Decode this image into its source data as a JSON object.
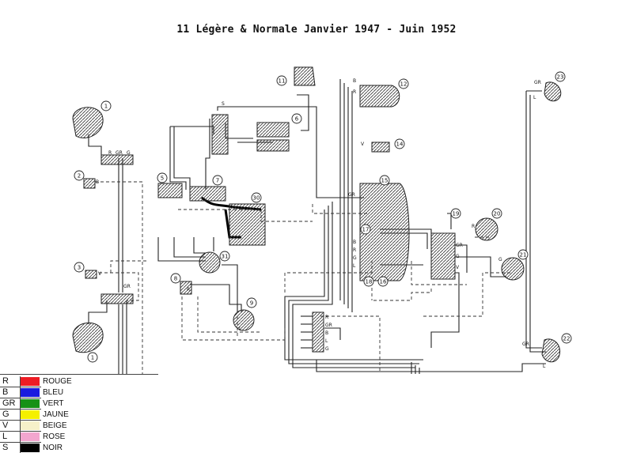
{
  "title": "11 Légère & Normale Janvier 1947 - Juin 1952",
  "components": [
    {
      "num": "1",
      "id": "c1a"
    },
    {
      "num": "1",
      "id": "c1b"
    },
    {
      "num": "2",
      "id": "c2"
    },
    {
      "num": "3",
      "id": "c3"
    },
    {
      "num": "5",
      "id": "c5"
    },
    {
      "num": "6",
      "id": "c6"
    },
    {
      "num": "7",
      "id": "c7"
    },
    {
      "num": "8",
      "id": "c8"
    },
    {
      "num": "9",
      "id": "c9"
    },
    {
      "num": "11",
      "id": "c11"
    },
    {
      "num": "12",
      "id": "c12"
    },
    {
      "num": "14",
      "id": "c14"
    },
    {
      "num": "15",
      "id": "c15"
    },
    {
      "num": "16",
      "id": "c16"
    },
    {
      "num": "17",
      "id": "c17"
    },
    {
      "num": "18",
      "id": "c18"
    },
    {
      "num": "19",
      "id": "c19"
    },
    {
      "num": "20",
      "id": "c20"
    },
    {
      "num": "21",
      "id": "c21"
    },
    {
      "num": "22",
      "id": "c22"
    },
    {
      "num": "23",
      "id": "c23"
    },
    {
      "num": "30",
      "id": "c30"
    },
    {
      "num": "31",
      "id": "c31"
    }
  ],
  "wire_labels": [
    "GR",
    "R",
    "G",
    "B",
    "S",
    "V",
    "L"
  ],
  "legend": [
    {
      "code": "R",
      "name": "ROUGE",
      "color": "#ee1c24"
    },
    {
      "code": "B",
      "name": "BLEU",
      "color": "#1a1adf"
    },
    {
      "code": "GR",
      "name": "VERT",
      "color": "#169116"
    },
    {
      "code": "G",
      "name": "JAUNE",
      "color": "#f5f000"
    },
    {
      "code": "V",
      "name": "BEIGE",
      "color": "#f6f1c9"
    },
    {
      "code": "L",
      "name": "ROSE",
      "color": "#f3a6cf"
    },
    {
      "code": "S",
      "name": "NOIR",
      "color": "#000000"
    }
  ]
}
